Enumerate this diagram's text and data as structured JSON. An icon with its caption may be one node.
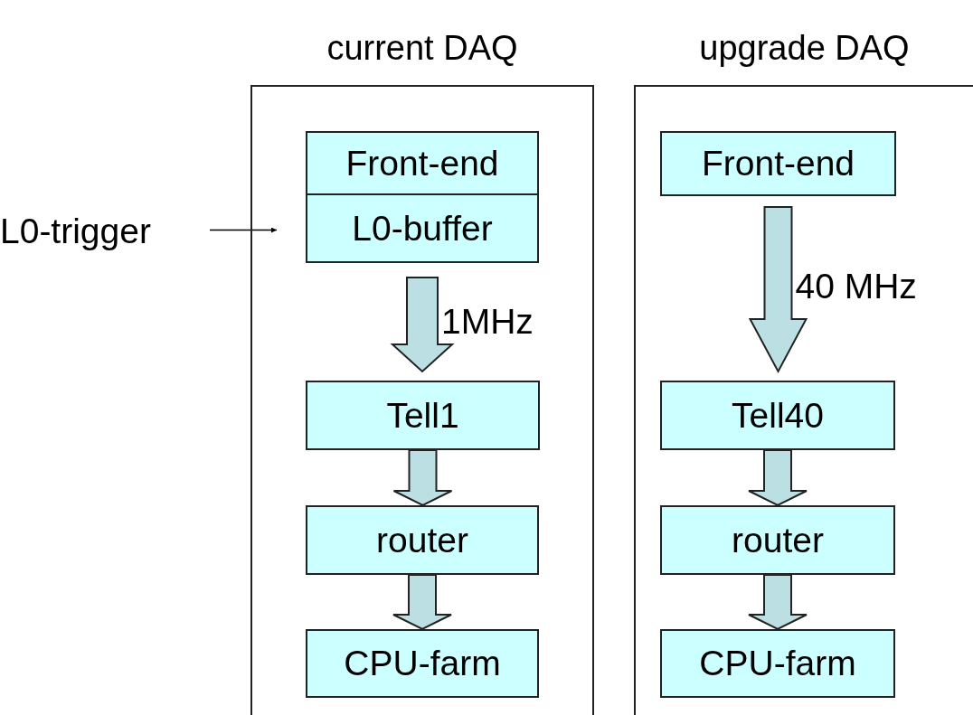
{
  "diagram": {
    "nodes": [
      {
        "text": [
          "current DAQ"
        ]
      },
      {
        "text": [
          "Front-end"
        ],
        "in": 0
      },
      {
        "text": [
          "L0-buffer"
        ],
        "in": 0
      },
      {
        "text": [
          "Tell1"
        ],
        "in": 0
      },
      {
        "text": [
          "router"
        ],
        "in": 0
      },
      {
        "text": [
          "CPU-farm"
        ],
        "in": 0
      },
      {
        "text": [
          "upgrade DAQ"
        ]
      },
      {
        "text": [
          "Front-end"
        ],
        "in": 6
      },
      {
        "text": [
          "Tell40"
        ],
        "in": 6
      },
      {
        "text": [
          "router"
        ],
        "in": 6
      },
      {
        "text": [
          "CPU-farm"
        ],
        "in": 6
      },
      {
        "text": [
          "L0-trigger"
        ]
      }
    ],
    "edges": [
      {
        "from": 11,
        "to": 2,
        "arrow": "to"
      },
      {
        "from": 2,
        "to": 3,
        "arrow": "to",
        "style": "thick",
        "label": "1MHz"
      },
      {
        "from": 3,
        "to": 4,
        "arrow": "to",
        "style": "thick"
      },
      {
        "from": 4,
        "to": 5,
        "arrow": "to",
        "style": "thick"
      },
      {
        "from": 7,
        "to": 8,
        "arrow": "to",
        "style": "thick",
        "label": "40 MHz"
      },
      {
        "from": 8,
        "to": 9,
        "arrow": "to",
        "style": "thick"
      },
      {
        "from": 9,
        "to": 10,
        "arrow": "to",
        "style": "thick"
      }
    ]
  }
}
